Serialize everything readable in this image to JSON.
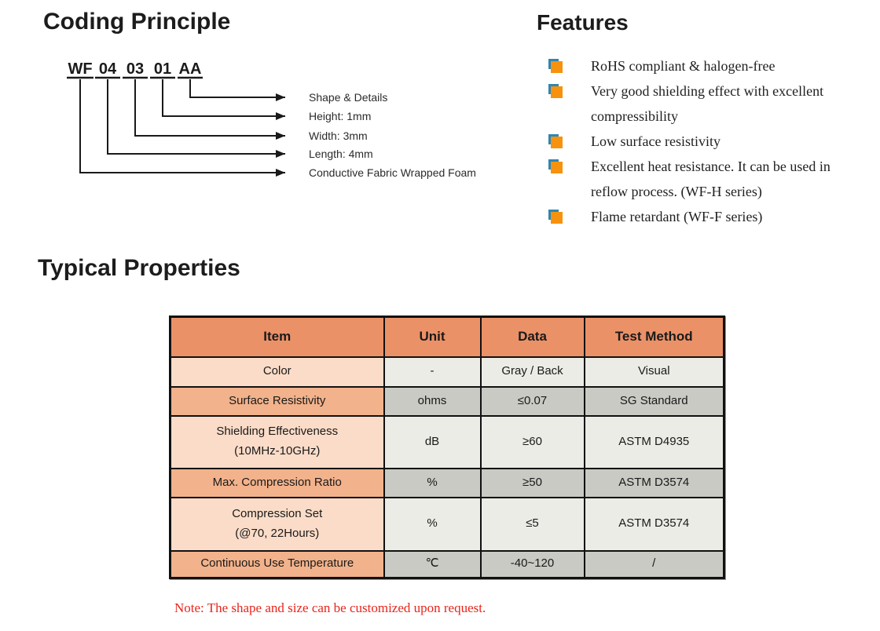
{
  "coding": {
    "title": "Coding Principle",
    "code_parts": [
      "WF",
      "04",
      "03",
      "01",
      "AA"
    ],
    "labels": [
      "Shape & Details",
      "Height: 1mm",
      "Width: 3mm",
      "Length: 4mm",
      "Conductive Fabric Wrapped Foam"
    ]
  },
  "features": {
    "title": "Features",
    "items": [
      "RoHS compliant & halogen-free",
      "Very good shielding effect with excellent compressibility",
      "Low surface resistivity",
      "Excellent heat resistance. It can be used in reflow process. (WF-H series)",
      "Flame retardant (WF-F series)"
    ],
    "bullet_orange": "#F6920D",
    "bullet_blue": "#2E86B5"
  },
  "properties": {
    "title": "Typical Properties",
    "table": {
      "headers": [
        "Item",
        "Unit",
        "Data",
        "Test Method"
      ],
      "rows": [
        {
          "item": "Color",
          "unit": "-",
          "data": "Gray / Back",
          "test": "Visual"
        },
        {
          "item": "Surface Resistivity",
          "unit": "ohms",
          "data": "≤0.07",
          "test": "SG Standard"
        },
        {
          "item": "Shielding Effectiveness",
          "item2": "(10MHz-10GHz)",
          "unit": "dB",
          "data": "≥60",
          "test": "ASTM D4935"
        },
        {
          "item": "Max. Compression Ratio",
          "unit": "%",
          "data": "≥50",
          "test": "ASTM D3574"
        },
        {
          "item": "Compression Set",
          "item2": "(@70, 22Hours)",
          "unit": "%",
          "data": "≤5",
          "test": "ASTM D3574"
        },
        {
          "item": "Continuous Use Temperature",
          "unit": "℃",
          "data": "-40~120",
          "test": "/"
        }
      ],
      "colors": {
        "header_bg": "#EB9168",
        "item_light": "#FBDCC8",
        "item_mid": "#F2B28B",
        "cell_light": "#EBECE6",
        "cell_dark": "#C8CAC3",
        "border": "#111111"
      }
    },
    "note": "Note: The shape and size can be customized upon request."
  }
}
